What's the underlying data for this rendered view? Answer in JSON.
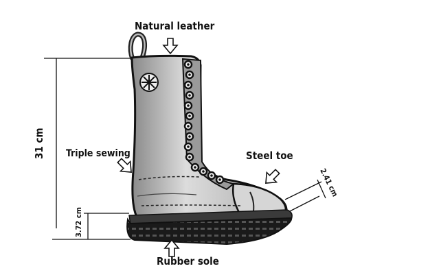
{
  "labels": {
    "natural_leather": "Natural leather",
    "triple_sewing": "Triple sewing",
    "steel_toe": "Steel toe",
    "rubber_sole": "Rubber sole"
  },
  "dimensions": {
    "height": "31 cm",
    "sole_height": "3.72 cm",
    "toe_width": "2.41 cm"
  },
  "colors": {
    "ink": "#111111",
    "leather": "#dcdcdc",
    "background": "#ffffff"
  },
  "icons": [
    "outline-arrow-icon",
    "steel-ball-logo-icon",
    "pull-loop-icon"
  ],
  "eyelet_count": 14
}
